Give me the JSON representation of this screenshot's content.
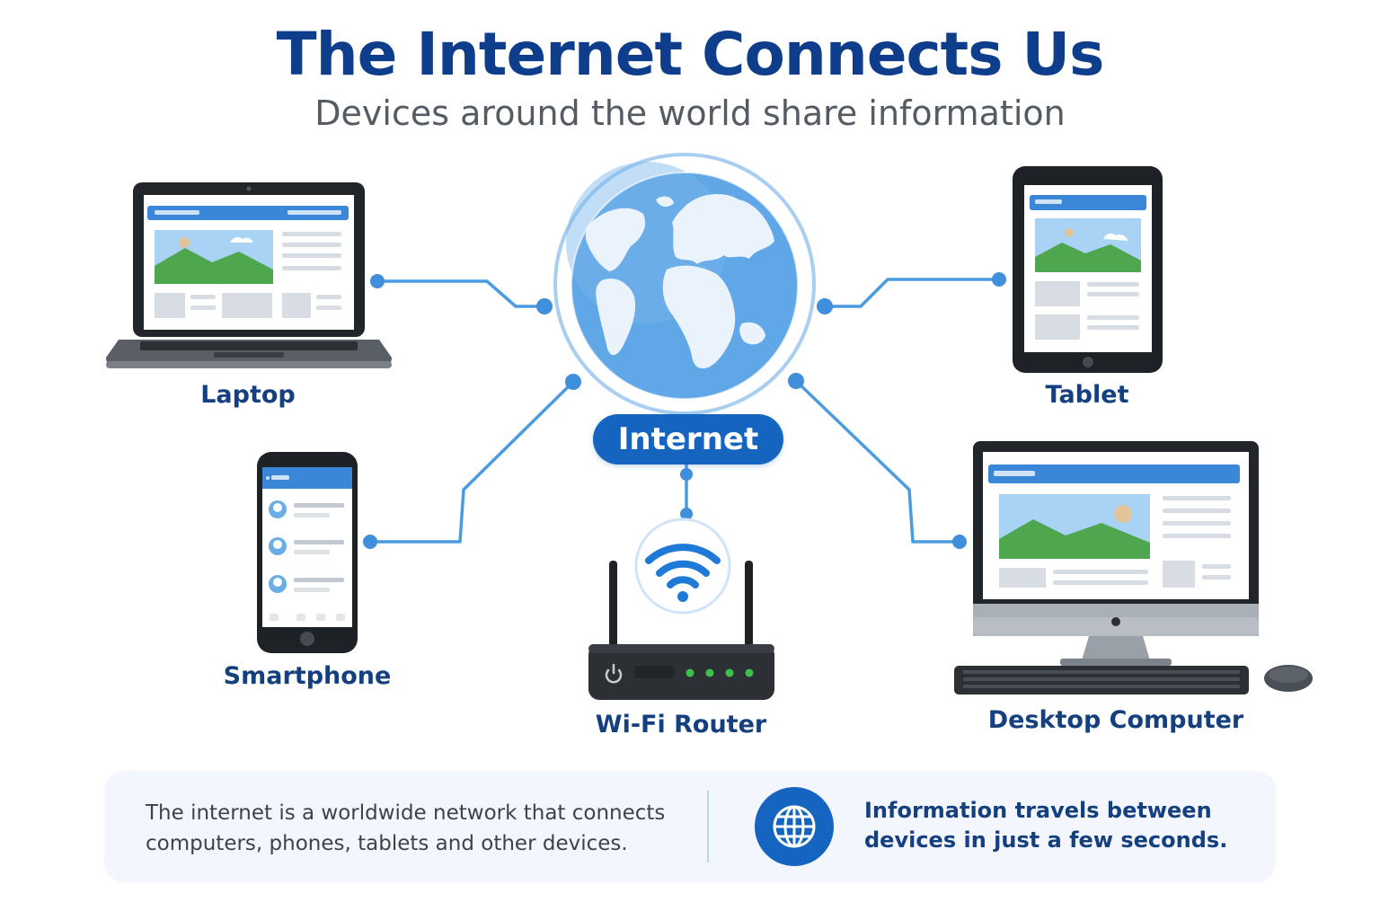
{
  "header": {
    "title": "The Internet Connects Us",
    "subtitle": "Devices around the world share information"
  },
  "center": {
    "label": "Internet"
  },
  "devices": {
    "laptop": "Laptop",
    "tablet": "Tablet",
    "smartphone": "Smartphone",
    "router": "Wi-Fi Router",
    "desktop": "Desktop Computer"
  },
  "info": {
    "left_text": "The internet is a worldwide network that connects computers, phones, tablets and other devices.",
    "right_text": "Information travels between devices in just a few seconds."
  },
  "colors": {
    "title": "#0e3d8c",
    "accent": "#1565c0",
    "line": "#4a9be0",
    "device_dark": "#222529"
  },
  "icons": [
    "globe-icon",
    "laptop-icon",
    "tablet-icon",
    "smartphone-icon",
    "wifi-icon",
    "router-icon",
    "desktop-icon",
    "power-icon"
  ]
}
